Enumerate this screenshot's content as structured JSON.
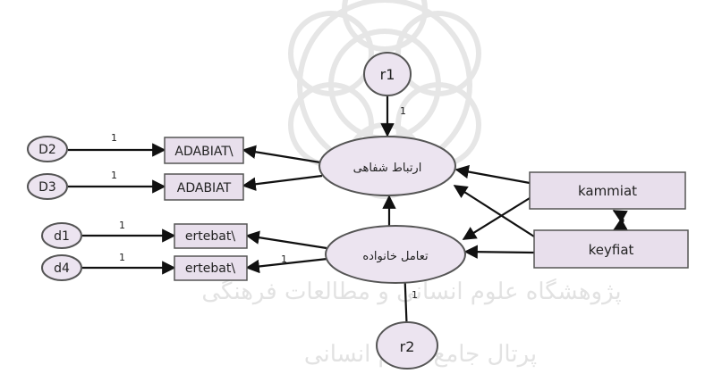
{
  "colors": {
    "latent_fill": "#ece4f0",
    "observed_fill": "#e8dfec",
    "residual_fill": "#ece4f0",
    "stroke": "#555555",
    "watermark": "#e4e4e4"
  },
  "nodes": {
    "r1": "r1",
    "r2": "r2",
    "latent_top": "ارتباط شفاهی",
    "latent_bottom": "تعامل خانواده",
    "kammiat": "kammiat",
    "keyfiat": "keyfiat",
    "adabiat1": "ADABIAT\\",
    "adabiat2": "ADABIAT",
    "ertebat1": "ertebat\\",
    "ertebat2": "ertebat\\",
    "d2": "D2",
    "d3": "D3",
    "d1": "d1",
    "d4": "d4"
  },
  "path_labels": {
    "r1_to_top": "1",
    "r2_to_bottom": "1",
    "d2_to_adabiat1": "1",
    "d3_to_adabiat2": "1",
    "d1_to_ertebat1": "1",
    "d4_to_ertebat2": "1",
    "bottom_to_ertebat2": "1"
  },
  "watermark": {
    "line1": "پژوهشگاه علوم انسانی و مطالعات فرهنگی",
    "line2": "پرتال جامع علوم انسانی"
  }
}
